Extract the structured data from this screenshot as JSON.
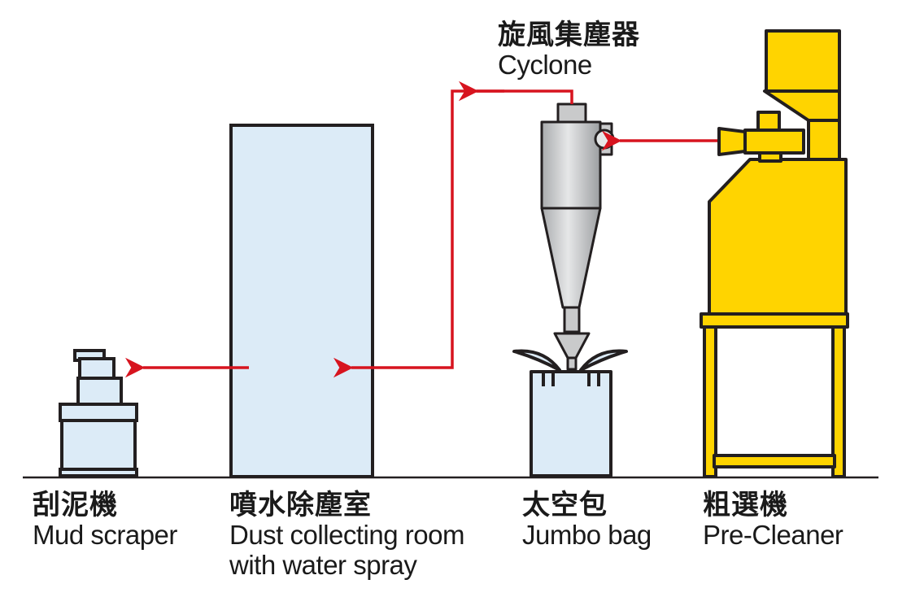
{
  "labels": {
    "cyclone": {
      "zh": "旋風集塵器",
      "en": "Cyclone"
    },
    "mud_scraper": {
      "zh": "刮泥機",
      "en": "Mud scraper"
    },
    "dust_room": {
      "zh": "噴水除塵室",
      "en_line1": "Dust collecting room",
      "en_line2": "with water spray"
    },
    "jumbo_bag": {
      "zh": "太空包",
      "en": "Jumbo bag"
    },
    "pre_cleaner": {
      "zh": "粗選機",
      "en": "Pre-Cleaner"
    }
  },
  "colors": {
    "flow_arrow": "#d7141f",
    "outline": "#231f20",
    "vessel_fill": "#dcebf7",
    "machine_fill": "#ffd400",
    "cyclone_fill": "#c9cacb"
  }
}
